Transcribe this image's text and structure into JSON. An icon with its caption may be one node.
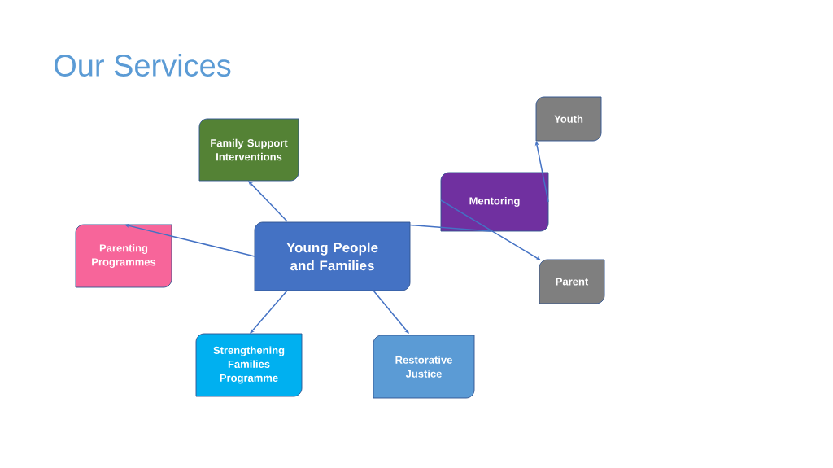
{
  "diagram": {
    "title": "Our Services",
    "nodes": [
      {
        "text": [
          "Young People and Families"
        ]
      },
      {
        "text": [
          "Family Support Interventions"
        ]
      },
      {
        "text": [
          "Parenting Programmes"
        ]
      },
      {
        "text": [
          "Strengthening Families Programme"
        ]
      },
      {
        "text": [
          "Restorative Justice"
        ]
      },
      {
        "text": [
          "Mentoring"
        ]
      },
      {
        "text": [
          "Youth"
        ]
      },
      {
        "text": [
          "Parent"
        ]
      }
    ],
    "edges": [
      {
        "from": 0,
        "to": 1,
        "arrow": "to"
      },
      {
        "from": 0,
        "to": 2,
        "arrow": "to"
      },
      {
        "from": 0,
        "to": 3,
        "arrow": "to"
      },
      {
        "from": 0,
        "to": 4,
        "arrow": "to"
      },
      {
        "from": 0,
        "to": 5,
        "arrow": "none"
      },
      {
        "from": 5,
        "to": 6,
        "arrow": "to"
      },
      {
        "from": 5,
        "to": 7,
        "arrow": "to"
      }
    ]
  }
}
